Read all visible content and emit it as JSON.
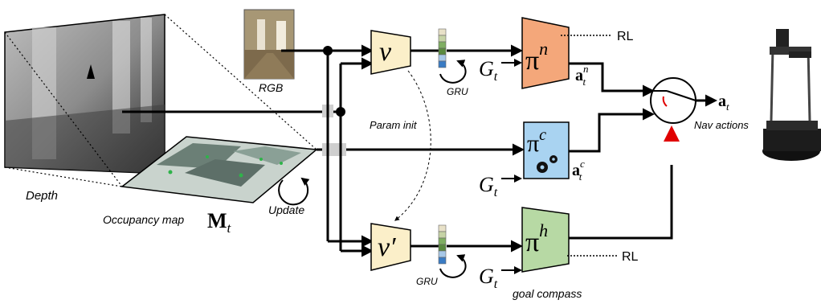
{
  "labels": {
    "depth": "Depth",
    "rgb": "RGB",
    "occupancy_map": "Occupancy map",
    "update": "Update",
    "param_init": "Param init",
    "gru_top": "GRU",
    "gru_bottom": "GRU",
    "rl_top": "RL",
    "rl_bottom": "RL",
    "nav_actions": "Nav actions",
    "goal_compass": "goal compass"
  },
  "symbols": {
    "encoder_top": "v",
    "encoder_bottom": "v′",
    "policy_n_base": "π",
    "policy_n_sup": "n",
    "policy_c_base": "π",
    "policy_c_sup": "c",
    "policy_h_base": "π",
    "policy_h_sup": "h",
    "map_symbol_base": "M",
    "map_symbol_sub": "t",
    "goal_base": "G",
    "goal_sub": "t",
    "action_n_base": "a",
    "action_n_sub": "t",
    "action_n_sup": "n",
    "action_c_base": "a",
    "action_c_sub": "t",
    "action_c_sup": "c",
    "action_out_base": "a",
    "action_out_sub": "t"
  },
  "colors": {
    "encoder_fill": "#fbefc9",
    "policy_n_fill": "#f4a77a",
    "policy_c_fill": "#a9d3f1",
    "policy_h_fill": "#b7d9a4",
    "switch_red": "#e00000",
    "gru_cells": [
      "#e8e1c8",
      "#c6d3a6",
      "#7fae62",
      "#5a8a40",
      "#a7c8e8",
      "#3a7cc4"
    ]
  }
}
